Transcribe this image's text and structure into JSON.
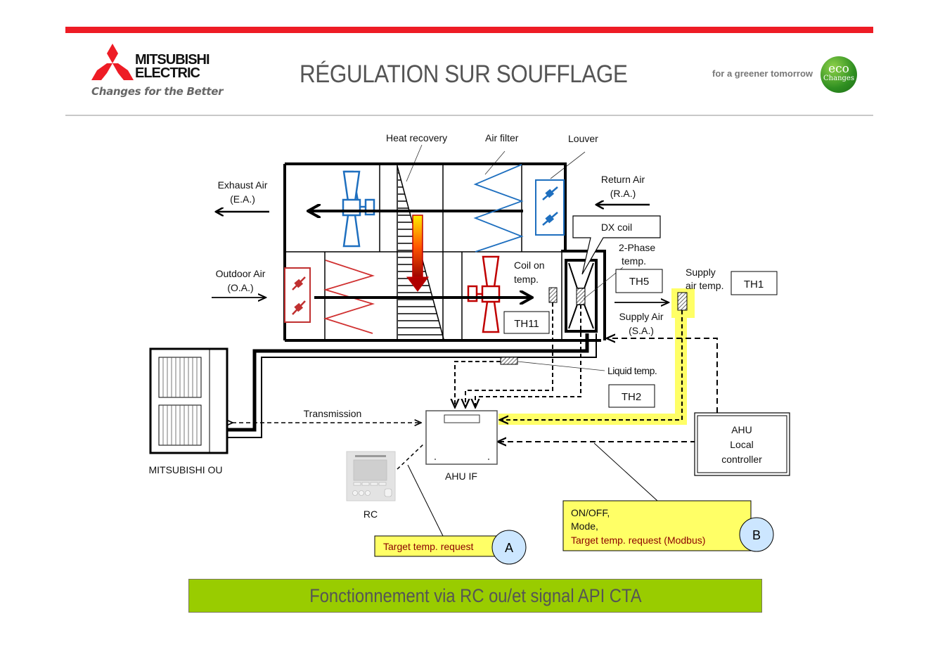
{
  "header": {
    "brand_line1": "MITSUBISHI",
    "brand_line2": "ELECTRIC",
    "tagline": "Changes for the Better",
    "title": "RÉGULATION SUR SOUFFLAGE",
    "slogan": "for a greener tomorrow",
    "eco_logo_line1": "eco",
    "eco_logo_line2": "Changes"
  },
  "colors": {
    "accent_red": "#ee1c25",
    "exhaust_blue": "#1e6fbf",
    "supply_red": "#c00000",
    "highlight_yellow": "#ffff66",
    "callout_yellow": "#ffff66",
    "badge_blue": "#cce6ff",
    "banner_green": "#99cc00"
  },
  "diagram": {
    "labels": {
      "heat_recovery": "Heat recovery",
      "air_filter": "Air filter",
      "louver": "Louver",
      "exhaust_air": "Exhaust Air",
      "exhaust_air_abbr": "(E.A.)",
      "return_air": "Return Air",
      "return_air_abbr": "(R.A.)",
      "outdoor_air": "Outdoor Air",
      "outdoor_air_abbr": "(O.A.)",
      "dx_coil": "DX coil",
      "two_phase_1": "2-Phase",
      "two_phase_2": "temp.",
      "coil_on_1": "Coil on",
      "coil_on_2": "temp.",
      "supply_air_temp_1": "Supply",
      "supply_air_temp_2": "air temp.",
      "supply_air": "Supply Air",
      "supply_air_abbr": "(S.A.)",
      "liquid_temp": "Liquid temp.",
      "transmission": "Transmission",
      "mitsubishi_ou": "MITSUBISHI OU",
      "ahu_if": "AHU IF",
      "rc": "RC",
      "ahu_local_1": "AHU",
      "ahu_local_2": "Local",
      "ahu_local_3": "controller"
    },
    "sensors": {
      "th11": "TH11",
      "th5": "TH5",
      "th1": "TH1",
      "th2": "TH2"
    },
    "callout_a": {
      "text": "Target temp. request",
      "badge": "A"
    },
    "callout_b": {
      "line1": "ON/OFF,",
      "line2": "Mode,",
      "line3": "Target temp. request (Modbus)",
      "badge": "B"
    }
  },
  "footer": {
    "banner": "Fonctionnement via RC ou/et signal API CTA"
  }
}
